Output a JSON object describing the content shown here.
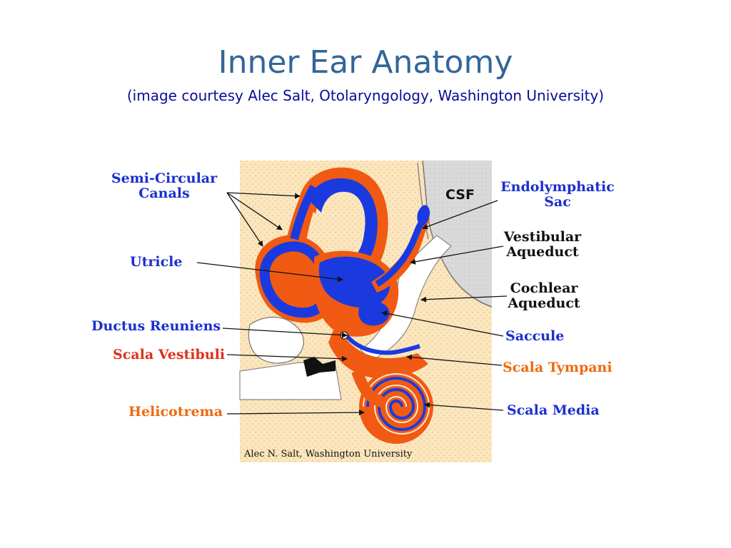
{
  "slide": {
    "title": "Inner Ear Anatomy",
    "subtitle": "(image courtesy Alec Salt, Otolaryngology, Washington University)"
  },
  "diagram": {
    "credit": "Alec N. Salt, Washington University",
    "csf_label": "CSF",
    "labels": {
      "semi_circular_canals": "Semi-Circular\nCanals",
      "utricle": "Utricle",
      "ductus_reuniens": "Ductus Reuniens",
      "scala_vestibuli": "Scala Vestibuli",
      "helicotrema": "Helicotrema",
      "endolymphatic_sac": "Endolymphatic\nSac",
      "vestibular_aqueduct": "Vestibular\nAqueduct",
      "cochlear_aqueduct": "Cochlear\nAqueduct",
      "saccule": "Saccule",
      "scala_tympani": "Scala Tympani",
      "scala_media": "Scala Media"
    },
    "colors": {
      "title": "#336699",
      "subtitle": "#0b0b99",
      "endolymph_blue": "#1a3ae0",
      "perilymph_orange": "#f05a12",
      "bone_background": "#fbe6bf",
      "csf_gray": "#d6d6d6",
      "label_blue": "#1a2fd0",
      "label_red": "#e0301a",
      "label_orange": "#ee6a10"
    }
  }
}
